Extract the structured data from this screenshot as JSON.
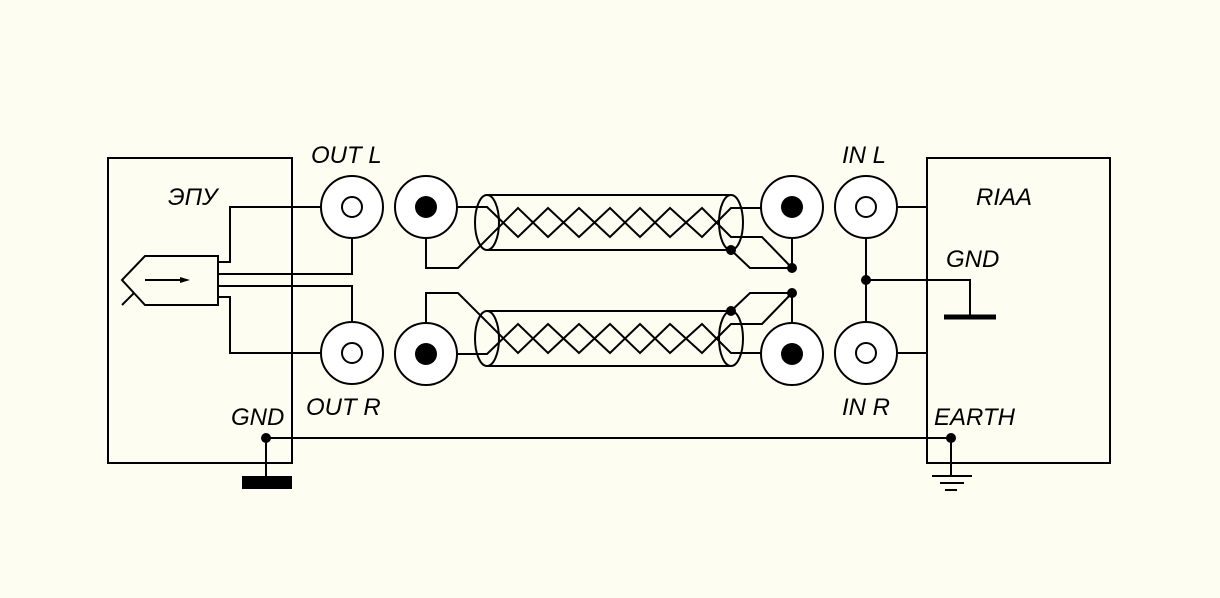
{
  "labels": {
    "left_device": "ЭПУ",
    "right_device": "RIAA",
    "out_l": "OUT L",
    "out_r": "OUT R",
    "in_l": "IN L",
    "in_r": "IN R",
    "gnd_left": "GND",
    "gnd_right": "GND",
    "earth": "EARTH"
  },
  "colors": {
    "background": "#fdfdf2",
    "line": "#000000",
    "jack_fill": "#ffffff"
  }
}
